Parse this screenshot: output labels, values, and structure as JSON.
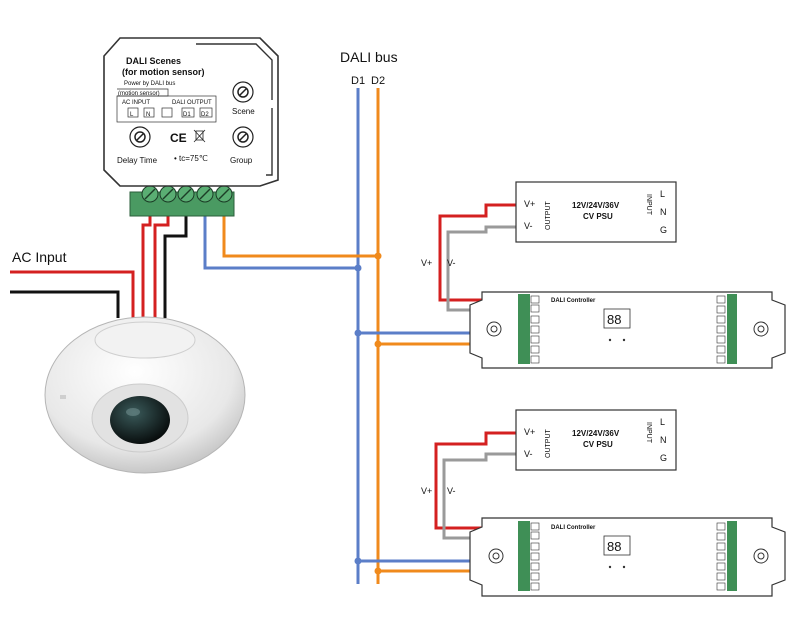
{
  "bus": {
    "title": "DALI bus",
    "d1": "D1",
    "d2": "D2"
  },
  "ac_input": "AC Input",
  "colors": {
    "d1": "#5b7ec8",
    "d2": "#f08a1c",
    "red": "#d42020",
    "gray": "#9a9a9a",
    "black": "#111111",
    "green": "#3f8f56"
  },
  "scene_module": {
    "title": "DALI Scenes",
    "subtitle": "(for motion sensor)",
    "power": "Power by DALI bus",
    "motion_sensor": "(motion sensor)",
    "ac_input": "AC INPUT",
    "dali_output": "DALI OUTPUT",
    "terminal_l": "L",
    "terminal_n": "N",
    "terminal_d1": "D1",
    "terminal_d2": "D2",
    "scene": "Scene",
    "delay_time": "Delay Time",
    "group": "Group",
    "ce": "CE",
    "tc": "• tc=75℃"
  },
  "psu": {
    "vplus": "V+",
    "vminus": "V-",
    "output": "OUTPUT",
    "input": "INPUT",
    "line1": "12V/24V/36V",
    "line2": "CV PSU",
    "l": "L",
    "n": "N",
    "g": "G"
  },
  "controller": {
    "title": "DALI Controller",
    "display": "88"
  },
  "wire_labels": {
    "vplus": "V+",
    "vminus": "V-"
  }
}
